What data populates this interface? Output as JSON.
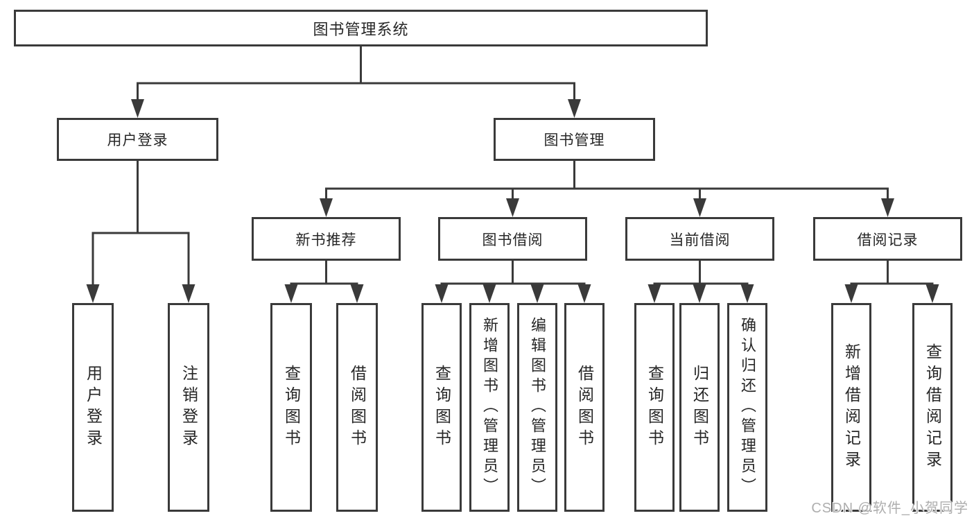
{
  "diagram": {
    "root": {
      "label": "图书管理系统"
    },
    "branches": [
      {
        "label": "用户登录",
        "children": [
          {
            "label": "用户登录"
          },
          {
            "label": "注销登录"
          }
        ]
      },
      {
        "label": "图书管理",
        "children": [
          {
            "label": "新书推荐",
            "children": [
              {
                "label": "查询图书"
              },
              {
                "label": "借阅图书"
              }
            ]
          },
          {
            "label": "图书借阅",
            "children": [
              {
                "label": "查询图书"
              },
              {
                "label": "新增图书（管理员）"
              },
              {
                "label": "编辑图书（管理员）"
              },
              {
                "label": "借阅图书"
              }
            ]
          },
          {
            "label": "当前借阅",
            "children": [
              {
                "label": "查询图书"
              },
              {
                "label": "归还图书"
              },
              {
                "label": "确认归还（管理员）"
              }
            ]
          },
          {
            "label": "借阅记录",
            "children": [
              {
                "label": "新增借阅记录"
              },
              {
                "label": "查询借阅记录"
              }
            ]
          }
        ]
      }
    ]
  },
  "watermark": {
    "text": "CSDN @软件_小贺同学"
  },
  "colors": {
    "line": "#3a3a3a",
    "text": "#262626",
    "watermark": "#aeaeae",
    "background": "#ffffff"
  }
}
